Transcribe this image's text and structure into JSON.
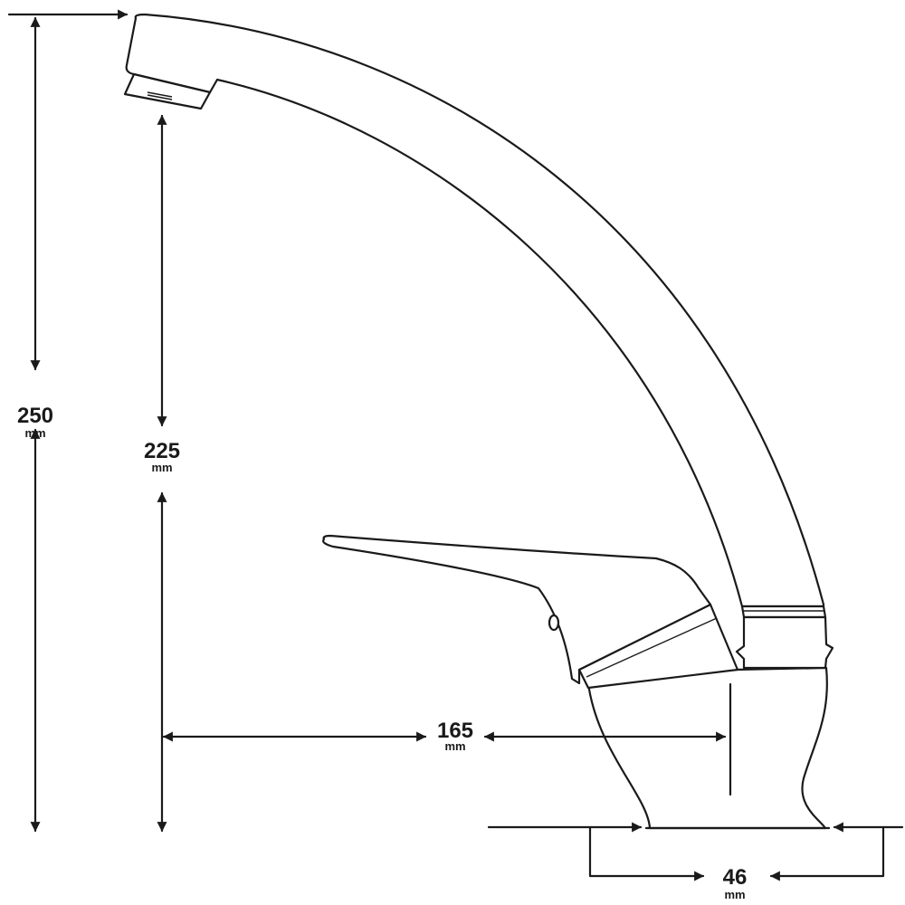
{
  "diagram": {
    "colors": {
      "line": "#1a1a1a",
      "background": "#ffffff"
    },
    "dimensions": {
      "total_height": {
        "value": "250",
        "unit": "mm"
      },
      "spout_height": {
        "value": "225",
        "unit": "mm"
      },
      "spout_reach": {
        "value": "165",
        "unit": "mm"
      },
      "mount_hole": {
        "value": "46",
        "unit": "mm"
      }
    }
  }
}
